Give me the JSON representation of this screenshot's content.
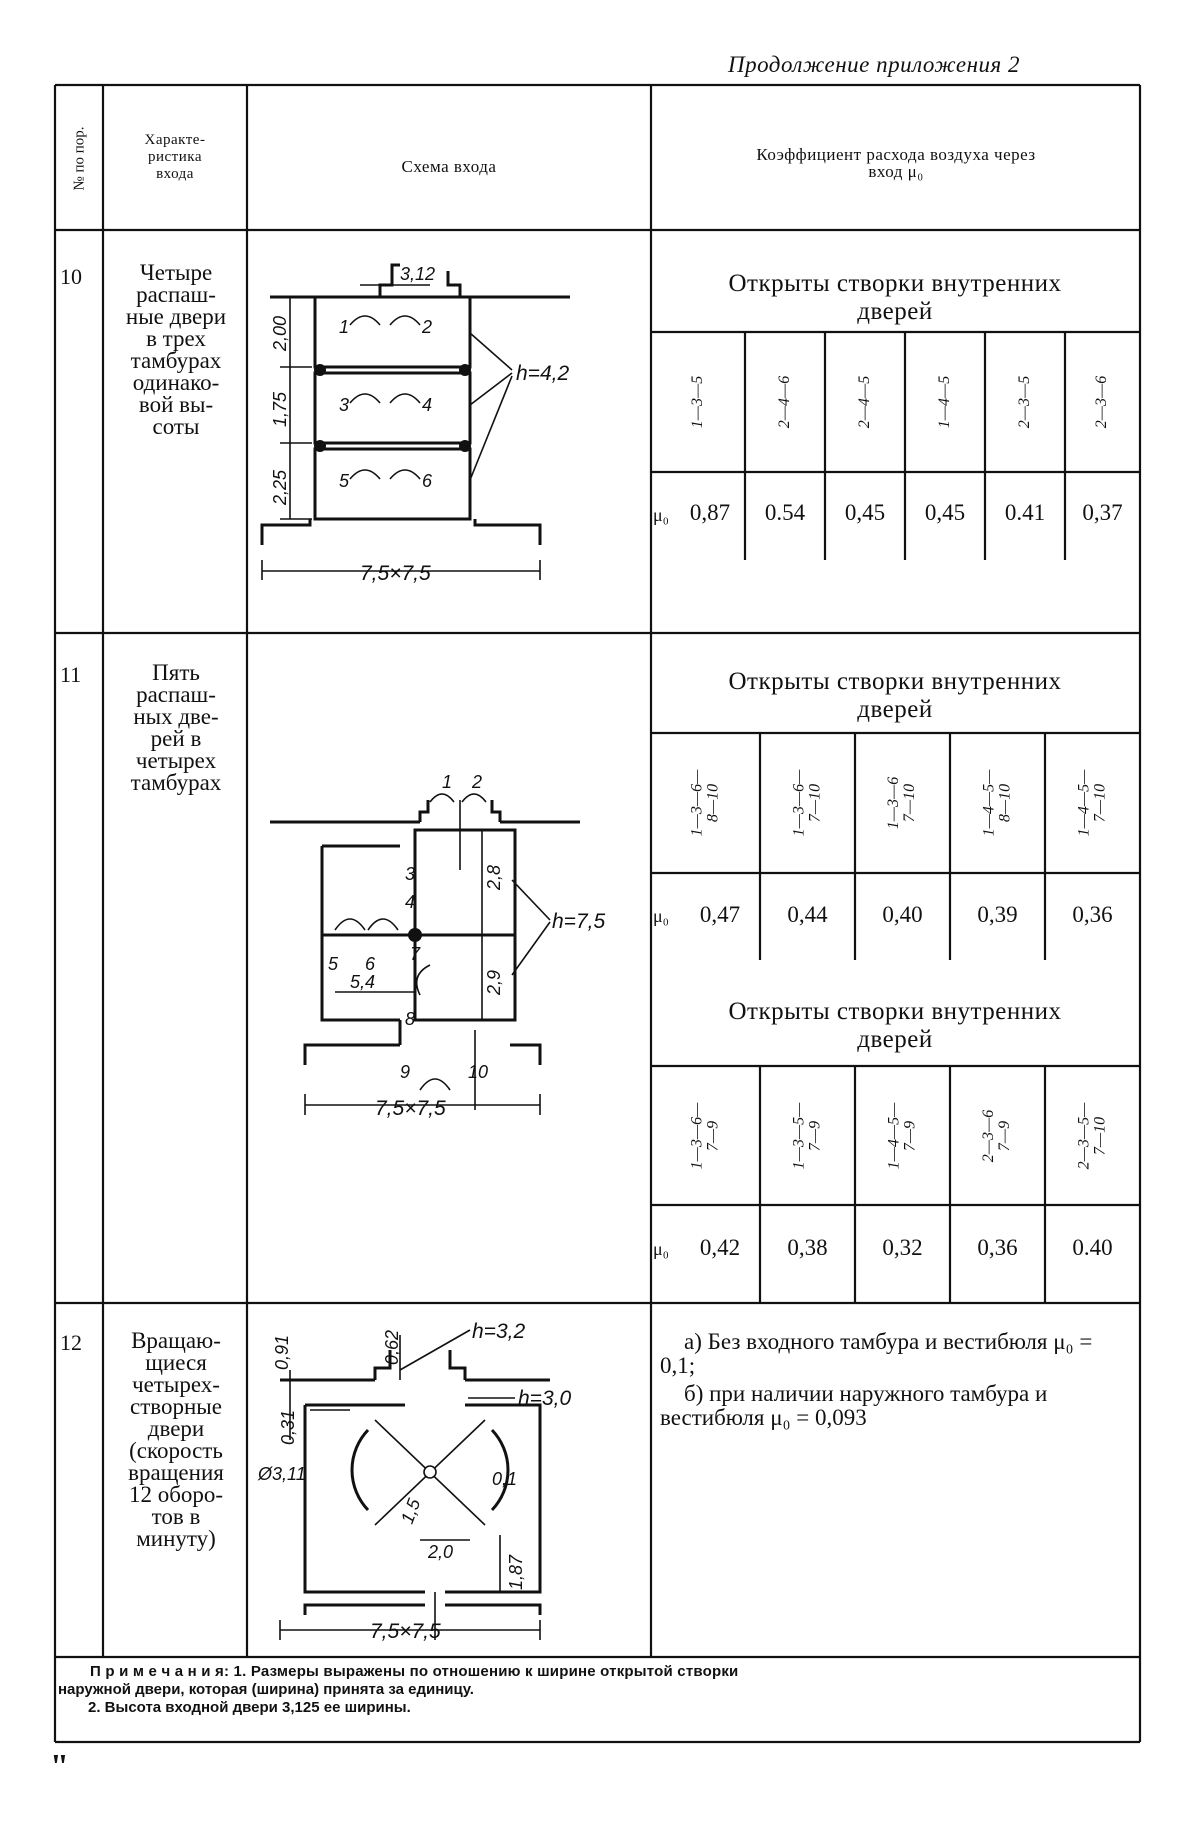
{
  "header_note": "Продолжение приложения 2",
  "columns": {
    "num": "№ по пор.",
    "characteristic": "Характе-\nристика\nвхода",
    "scheme": "Схема входа",
    "coefficient": "Коэффициент расхода воздуха через\nвход μ₀"
  },
  "rows": [
    {
      "num": "10",
      "characteristic": "Четыре\nраспаш-\nные двери\nв трех\nтамбурах\nодинако-\nвой вы-\nсоты",
      "open_title": "Открыты створки внутренних\nдверей",
      "combos": [
        "1—3—5",
        "2—4—6",
        "2—4—5",
        "1—4—5",
        "2—3—5",
        "2—3—6"
      ],
      "mu_label": "μ₀",
      "values": [
        "0,87",
        "0.54",
        "0,45",
        "0,45",
        "0.41",
        "0,37"
      ],
      "scheme_labels": {
        "d1": "2,00",
        "d2": "1,75",
        "d3": "2,25",
        "top": "3,12",
        "h": "h=4,2",
        "base": "7,5×7,5"
      }
    },
    {
      "num": "11",
      "characteristic": "Пять\nраспаш-\nных две-\nрей в\nчетырех\nтамбурах",
      "blocks": [
        {
          "open_title": "Открыты створки внутренних\nдверей",
          "combos": [
            "1—3—6—\n8—10",
            "1—3—6—\n7—10",
            "1—3—6\n7—10",
            "1—4—5—\n8—10",
            "1—4—5—\n7—10"
          ],
          "mu_label": "μ₀",
          "values": [
            "0,47",
            "0,44",
            "0,40",
            "0,39",
            "0,36"
          ]
        },
        {
          "open_title": "Открыты створки внутренних\nдверей",
          "combos": [
            "1—3—6—\n7—9",
            "1—3—5—\n7—9",
            "1—4—5—\n7—9",
            "2—3—6\n7—9",
            "2—3—5—\n7—10"
          ],
          "mu_label": "μ₀",
          "values": [
            "0,42",
            "0,38",
            "0,32",
            "0,36",
            "0.40"
          ]
        }
      ],
      "scheme_labels": {
        "d1": "2,8",
        "d2": "2,9",
        "d3": "5,4",
        "h": "h=7,5",
        "base": "7,5×7,5"
      }
    },
    {
      "num": "12",
      "characteristic": "Вращаю-\nщиеся\nчетырех-\nстворные\nдвери\n(скорость\nвращения\n12 оборо-\nтов в\nминуту)",
      "note_a": "а) Без входного тамбура и вестибюля μ₀ = 0,1;",
      "note_b": "б) при наличии наружного тамбура и вестибюля μ₀ = 0,093",
      "scheme_labels": {
        "d1": "0,91",
        "d2": "0,62",
        "d3": "0,31",
        "dia": "Ø3,11",
        "r": "1,5",
        "w": "2,0",
        "g": "0,1",
        "hh": "1,87",
        "h1": "h=3,2",
        "h2": "h=3,0",
        "base": "7,5×7,5"
      }
    }
  ],
  "footnote": {
    "line1": "П р и м е ч а н и я: 1. Размеры выражены по отношению к ширине открытой створки",
    "line2": "наружной двери, которая (ширина) принята за единицу.",
    "line3": "2. Высота входной двери 3,125 ее ширины."
  },
  "page_mark": "\""
}
